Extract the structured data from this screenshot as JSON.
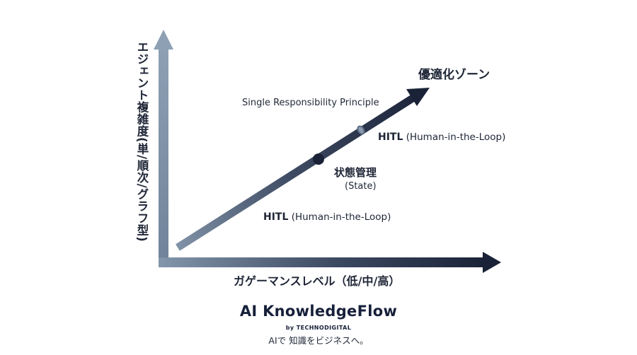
{
  "axes": {
    "y_label": "エジェント複雑度(単/順次/グラフ型)",
    "x_label": "ガゲーマンスレベル（低/中/高）"
  },
  "labels": {
    "optimization_zone": "優適化ゾーン",
    "srp": "Single Responsibility Principle",
    "hitl_top_bold": "HITL",
    "hitl_top_rest": " (Human-in-the-Loop)",
    "state_title": "状態管理",
    "state_sub": "(State)",
    "hitl_bottom_bold": "HITL",
    "hitl_bottom_rest": " (Human-in-the-Loop)"
  },
  "footer": {
    "brand": "AI KnowledgeFlow",
    "company": "by TECHNODIGITAL",
    "tagline": "AIで 知識をビジネスへ。"
  },
  "colors": {
    "axis_light": "#7c8ea3",
    "axis_dark": "#1a2237",
    "node": "#1a2237"
  }
}
